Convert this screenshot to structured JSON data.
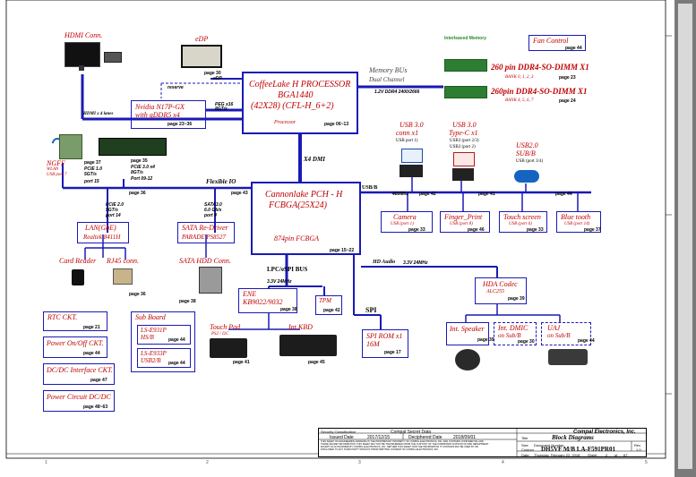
{
  "page": {
    "hdmi": {
      "title": "HDMI Conn.",
      "bus": "HDMI x 4 lanes"
    },
    "edp": {
      "title": "eDP",
      "page": "page 30",
      "bus": "eDP"
    },
    "processor": {
      "title": "CoffeeLake H PROCESSOR",
      "pkg": "BGA1440",
      "cfg": "(42X28) (CFL-H_6+2)",
      "sub": "Processor",
      "page": "page 06~13"
    },
    "memory": {
      "bus1": "Memory BUs",
      "bus2": "Dual Channel",
      "volt": "1.2V DDR4 2400/2666",
      "interleaved": "Interleaved Memory",
      "dimm1": {
        "title": "260 pin DDR4-SO-DIMM X1",
        "bank": "BANK 0, 1, 2, 3",
        "page": "page 23"
      },
      "dimm2": {
        "title": "260pin DDR4-SO-DIMM X1",
        "bank": "BANK 4, 5, 6, 7",
        "page": "page 24"
      }
    },
    "fan": {
      "title": "Fan Control",
      "page": "page 44"
    },
    "gpu": {
      "title": "Nvidia N17P-GX",
      "sub": "with gDDR5 x4",
      "page": "page 23~36",
      "reserve": "reserve",
      "pcie": "PEG x16",
      "rate": "8GT/s"
    },
    "ngff": {
      "title": "NGFF",
      "sub1": "WLAN",
      "sub2": "USB port 7",
      "pcie": "PCIE 1.0",
      "rate": "5GT/s",
      "port": "port 15",
      "page": "page 37"
    },
    "ssd": {
      "pcie": "PCIE 3.0 x4",
      "rate": "8GT/s",
      "ports": "Port 09-12",
      "page": "page 35"
    },
    "flex": "Flexible IO",
    "pch": {
      "title": "Cannonlake PCH - H",
      "pkg": "FCBGA(25X24)",
      "pins": "874pin FCBGA",
      "page": "page 15~22",
      "dmi": "X4 DMI"
    },
    "usb30a": {
      "title": "USB 3.0",
      "sub": "conn x1",
      "port": "USB port 1)",
      "page": "page 42"
    },
    "usb30c": {
      "title": "USB 3.0",
      "sub": "Type-C x1",
      "p1": "USB3   (port 2/3)",
      "p2": "USB2   (port 2)",
      "page": "page 41"
    },
    "usb20": {
      "title": "USB2.0",
      "sub": "SUB/B",
      "port": "USB (port 3/4)",
      "page": "page 44"
    },
    "usb_bus": "USB/B",
    "usb_rate": "480Mhz",
    "camera": {
      "title": "Camera",
      "port": "USB (port 1)",
      "page": "page 33"
    },
    "finger": {
      "title": "Finger_Print",
      "port": "USB (port 8)",
      "page": "page 46"
    },
    "touch": {
      "title": "Touch screen",
      "port": "USB (port 6)",
      "page": "page 33"
    },
    "bt": {
      "title": "Blue tooth",
      "port": "USB (port 14)",
      "page": "page 37"
    },
    "lan": {
      "title": "LAN(GbE)",
      "chip": "Realtek 8411H",
      "pcie": "PCIE 2.0",
      "rate": "5GT/s",
      "port": "port 14",
      "page": "page 36"
    },
    "sata": {
      "title": "SATA Re-Driver",
      "chip": "PARADE PS8527",
      "bus": "SATA3.0",
      "rate": "6.0 Gb/s",
      "port": "port 4",
      "page": "page 43"
    },
    "card": {
      "title": "Card Reader"
    },
    "rj45": {
      "title": "RJ45 conn.",
      "page": "page 36"
    },
    "hdd": {
      "title": "SATA HDD Conn.",
      "page": "page 38"
    },
    "hda_bus": {
      "label": "HD Audio",
      "rate": "3.3V 24MHz"
    },
    "hda": {
      "title": "HDA Codec",
      "chip": "ALC255",
      "page": "page 39"
    },
    "lpc": {
      "label": "LPC/eSPI BUS",
      "rate": "3.3V 24MHz"
    },
    "ec": {
      "title": "ENE",
      "chip": "KB9022/9032",
      "page": "page 38"
    },
    "tpm": {
      "title": "TPM",
      "page": "page 42"
    },
    "spi": {
      "label": "SPI",
      "rom": "SPI ROM x1",
      "size": "16M",
      "page": "page 17"
    },
    "touchpad": {
      "title": "Touch Pad",
      "bus": "PS2 / I2C",
      "page": "page 41"
    },
    "kbd": {
      "title": "Int.KBD",
      "page": "page 45"
    },
    "speaker": {
      "title": "Int. Speaker",
      "page": "page 39"
    },
    "dmic": {
      "title": "Int. DMIC",
      "sub": "on Sub/B",
      "page": "page 30"
    },
    "uaj": {
      "title": "UAJ",
      "sub": "on Sub/B",
      "page": "page 44"
    },
    "rtc": {
      "title": "RTC CKT.",
      "page": "page 21"
    },
    "pwr": {
      "title": "Power On/Off CKT.",
      "page": "page 44"
    },
    "dcdc": {
      "title": "DC/DC Interface CKT.",
      "page": "page 47"
    },
    "pcircuit": {
      "title": "Power Circuit DC/DC",
      "page": "page 48~63"
    },
    "subboard": {
      "title": "Sub Board",
      "b1": {
        "name": "LS-E931P",
        "sub": "HS/B",
        "page": "page 44"
      },
      "b2": {
        "name": "LS-E933P",
        "sub": "USB2/B",
        "page": "page 44"
      }
    },
    "titleblock": {
      "sec": "Security Classification",
      "csd": "Compal Secret Data",
      "issued": "Issued Date",
      "idate": "2017/12/15",
      "deciph": "Deciphered Date",
      "ddate": "2018/09/01",
      "company": "Compal Electronics, Inc.",
      "title_lbl": "Title",
      "title": "Block Diagrams",
      "size": "Size",
      "docno": "Document Number",
      "rev": "Rev",
      "custom": "Custom",
      "doc": "DH5VF M/B LA-F591PR01",
      "revno": "1.0",
      "date_lbl": "Date:",
      "date": "Thursday, February 22, 2018",
      "sheet": "Sheet",
      "of": "2",
      "of2": "of",
      "total": "67",
      "notice": "THIS SHEET OF ENGINEERING DRAWING IS THE PROPRIETARY PROPERTY OF COMPAL ELECTRONICS, INC. AND CONTAINS CONFIDENTIAL AND TRADE SECRET INFORMATION. THIS SHEET MAY NOT BE TRANSFERRED FROM THE CUSTODY OF THE COMPETENT DIVISION OF R&D DEPARTMENT EXCEPT AS AUTHORIZED BY COMPAL ELECTRONICS, INC. NEITHER THIS SHEET NOR THE INFORMATION IT CONTAINS MAY BE USED BY OR DISCLOSED TO ANY THIRD PARTY WITHOUT PRIOR WRITTEN CONSENT OF COMPAL ELECTRONICS, INC."
    },
    "ruler": [
      "1",
      "2",
      "3",
      "4",
      "5"
    ]
  }
}
